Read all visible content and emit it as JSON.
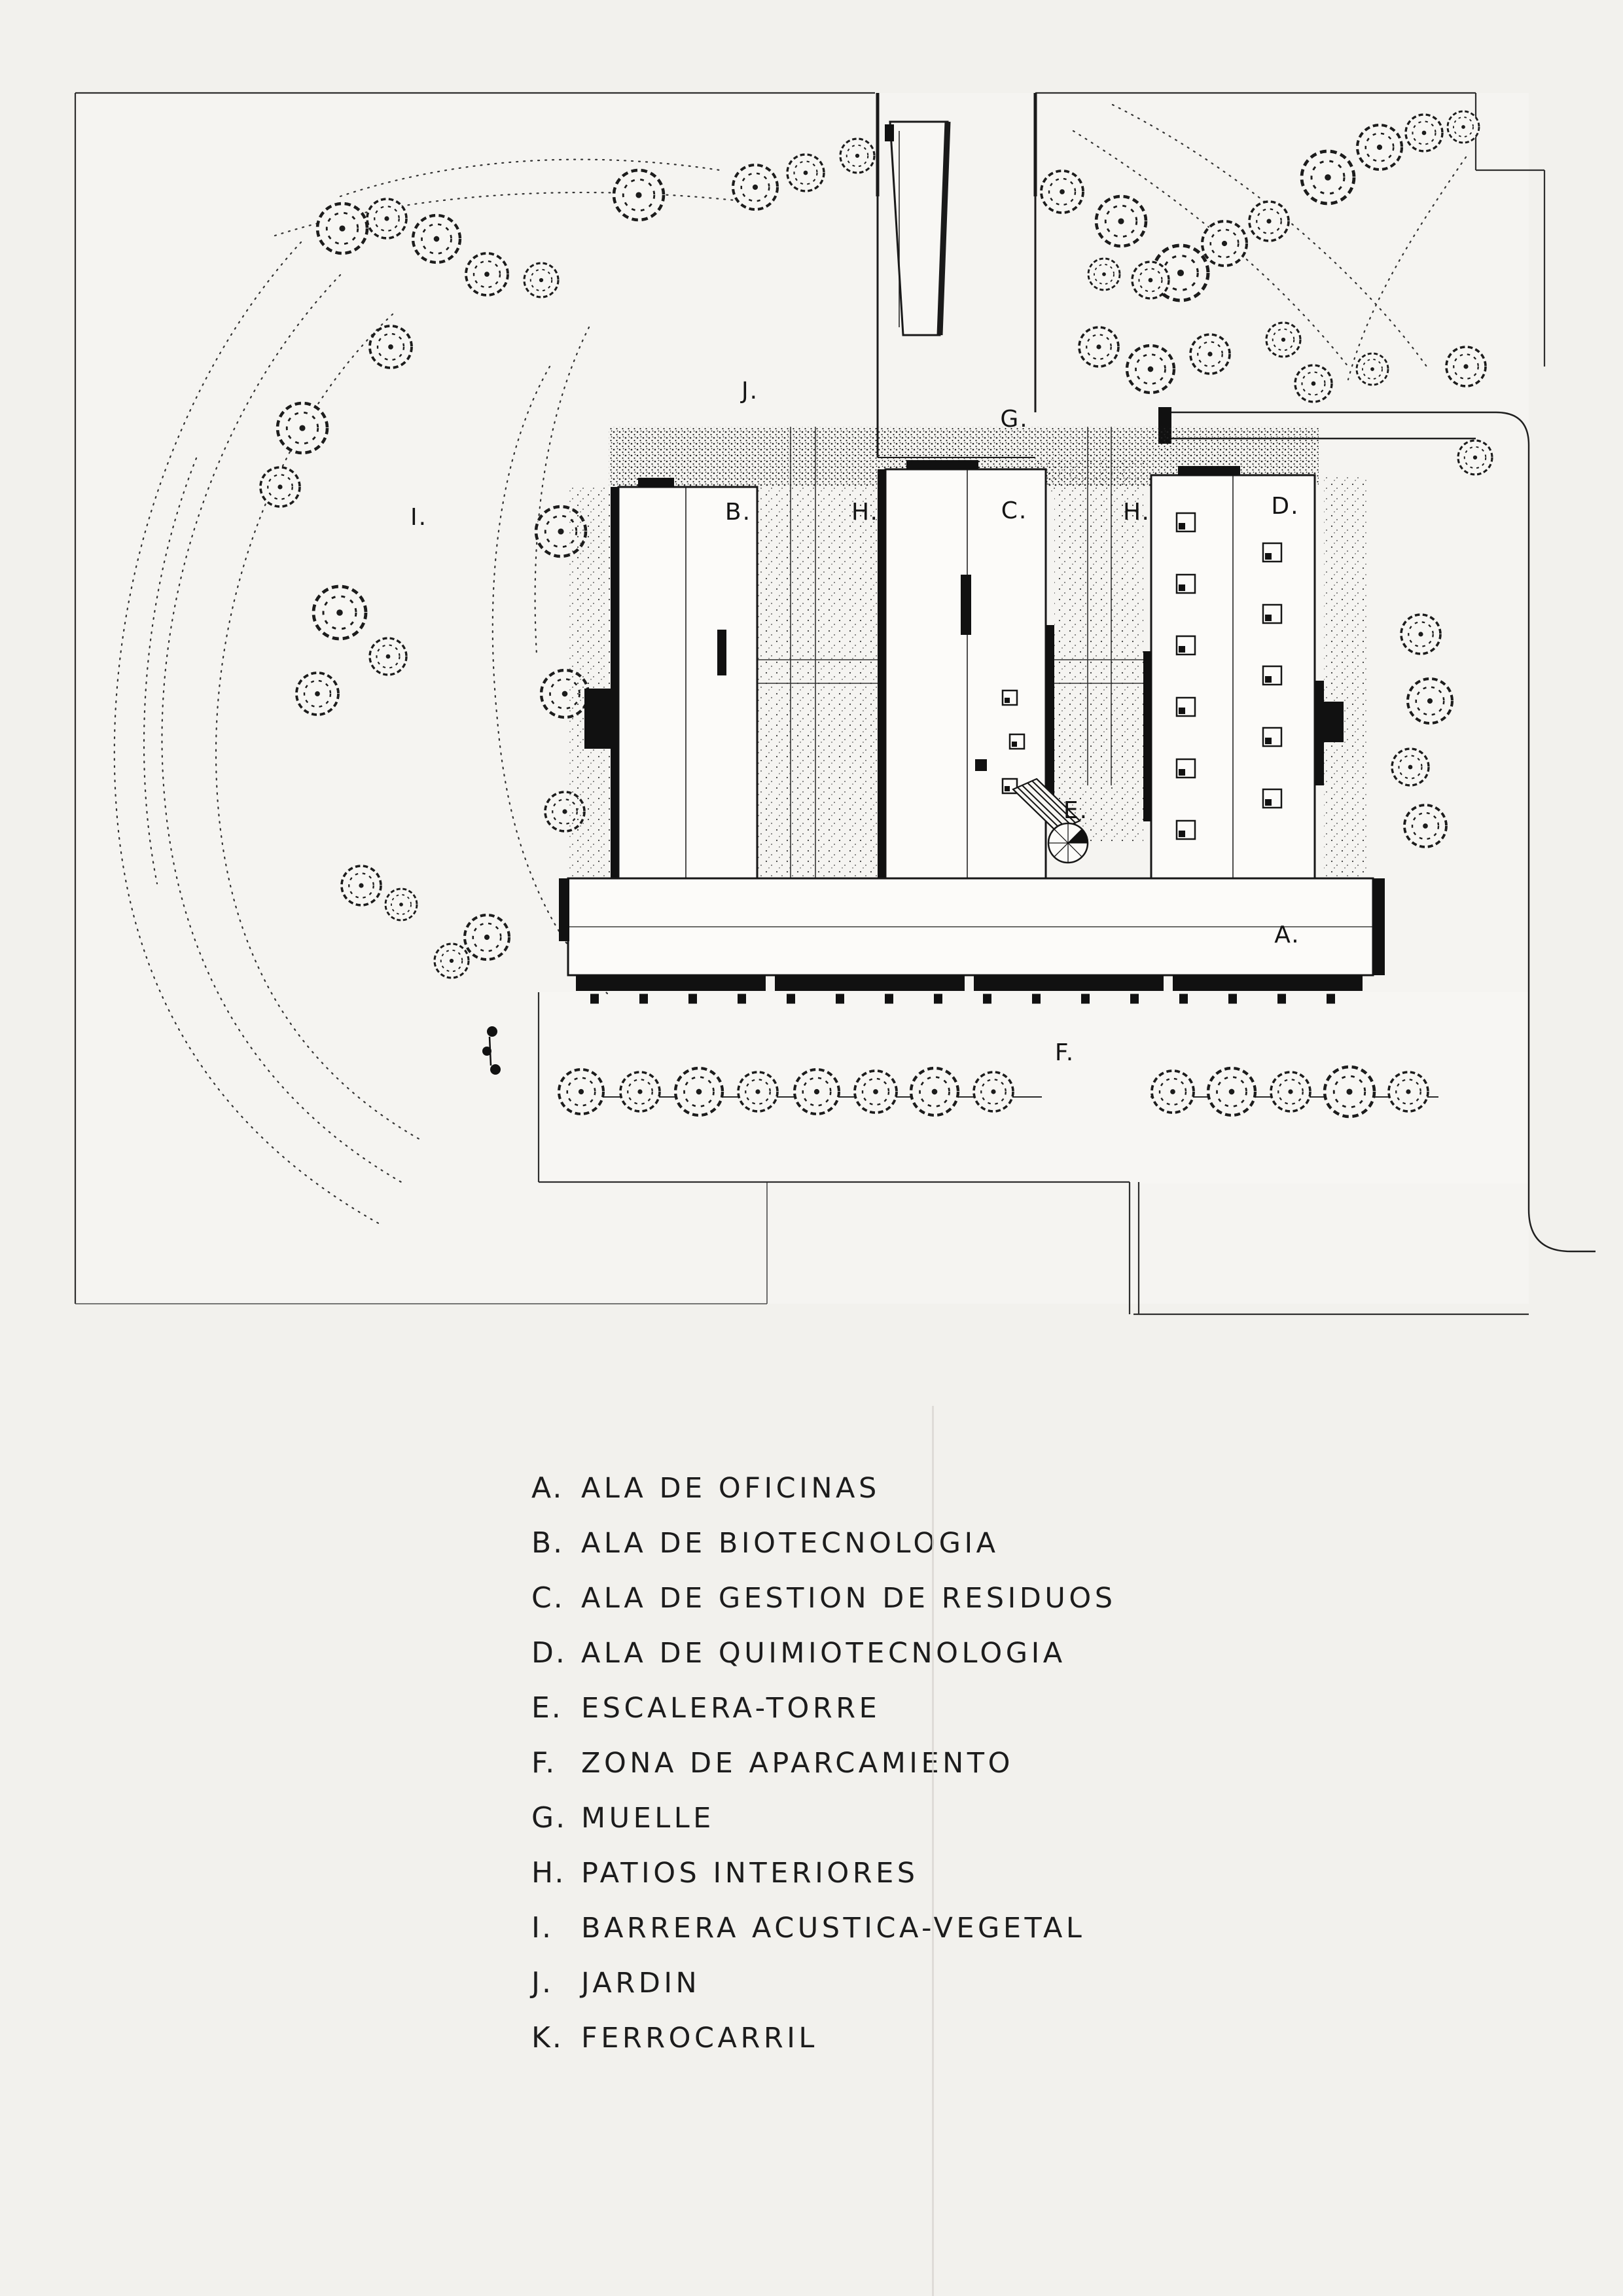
{
  "colors": {
    "paper": "#f2f1ed",
    "ink": "#1a1a1a"
  },
  "plan": {
    "labels": [
      {
        "id": "I",
        "text": "I."
      },
      {
        "id": "J",
        "text": "J."
      },
      {
        "id": "B",
        "text": "B."
      },
      {
        "id": "H-left",
        "text": "H."
      },
      {
        "id": "C",
        "text": "C."
      },
      {
        "id": "H-right",
        "text": "H."
      },
      {
        "id": "D",
        "text": "D."
      },
      {
        "id": "G",
        "text": "G."
      },
      {
        "id": "E",
        "text": "E."
      },
      {
        "id": "A",
        "text": "A."
      },
      {
        "id": "F",
        "text": "F."
      }
    ]
  },
  "legend": {
    "items": [
      {
        "letter": "A.",
        "label": "ALA DE OFICINAS"
      },
      {
        "letter": "B.",
        "label": "ALA DE BIOTECNOLOGIA"
      },
      {
        "letter": "C.",
        "label": "ALA DE GESTION DE RESIDUOS"
      },
      {
        "letter": "D.",
        "label": "ALA DE QUIMIOTECNOLOGIA"
      },
      {
        "letter": "E.",
        "label": "ESCALERA-TORRE"
      },
      {
        "letter": "F.",
        "label": "ZONA DE APARCAMIENTO"
      },
      {
        "letter": "G.",
        "label": "MUELLE"
      },
      {
        "letter": "H.",
        "label": "PATIOS INTERIORES"
      },
      {
        "letter": "I.",
        "label": "BARRERA ACUSTICA-VEGETAL"
      },
      {
        "letter": "J.",
        "label": "JARDIN"
      },
      {
        "letter": "K.",
        "label": "FERROCARRIL"
      }
    ]
  }
}
